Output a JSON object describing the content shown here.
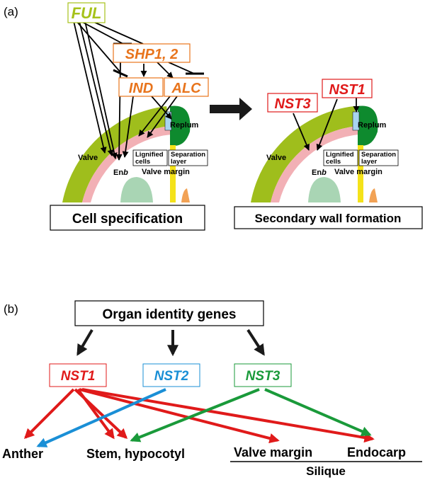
{
  "panel_a": {
    "label": "(a)",
    "genes": {
      "ful": "FUL",
      "shp": "SHP1, 2",
      "ind": "IND",
      "alc": "ALC",
      "nst3": "NST3",
      "nst1": "NST1"
    },
    "left": {
      "valve": "Valve",
      "replum": "Replum",
      "enb_prefix": "En",
      "enb_suffix": "b",
      "lignified_line1": "Lignified",
      "lignified_line2": "cells",
      "separation_line1": "Separation",
      "separation_line2": "layer",
      "valve_margin": "Valve margin",
      "caption": "Cell specification"
    },
    "right": {
      "valve": "Valve",
      "replum": "Replum",
      "enb_prefix": "En",
      "enb_suffix": "b",
      "lignified_line1": "Lignified",
      "lignified_line2": "cells",
      "separation_line1": "Separation",
      "separation_line2": "layer",
      "valve_margin": "Valve margin",
      "caption": "Secondary wall formation"
    }
  },
  "panel_b": {
    "label": "(b)",
    "organ_identity": "Organ identity genes",
    "genes": {
      "nst1": "NST1",
      "nst2": "NST2",
      "nst3": "NST3"
    },
    "targets": {
      "anther": "Anther",
      "stem": "Stem, hypocotyl",
      "valve_margin": "Valve margin",
      "endocarp": "Endocarp",
      "silique": "Silique"
    }
  },
  "colors": {
    "ful": "#a6c21a",
    "shp_ind_alc": "#e8741c",
    "nst1": "#e01a1a",
    "nst2": "#1a8fd6",
    "nst3": "#1a9a3a",
    "valve": "#9fbe1c",
    "endb": "#f2b0b5",
    "replum": "#0e8a2e",
    "seed": "#a9d5b4",
    "margin_yellow": "#f4e21a",
    "separation_blue": "#a8d4f0"
  }
}
